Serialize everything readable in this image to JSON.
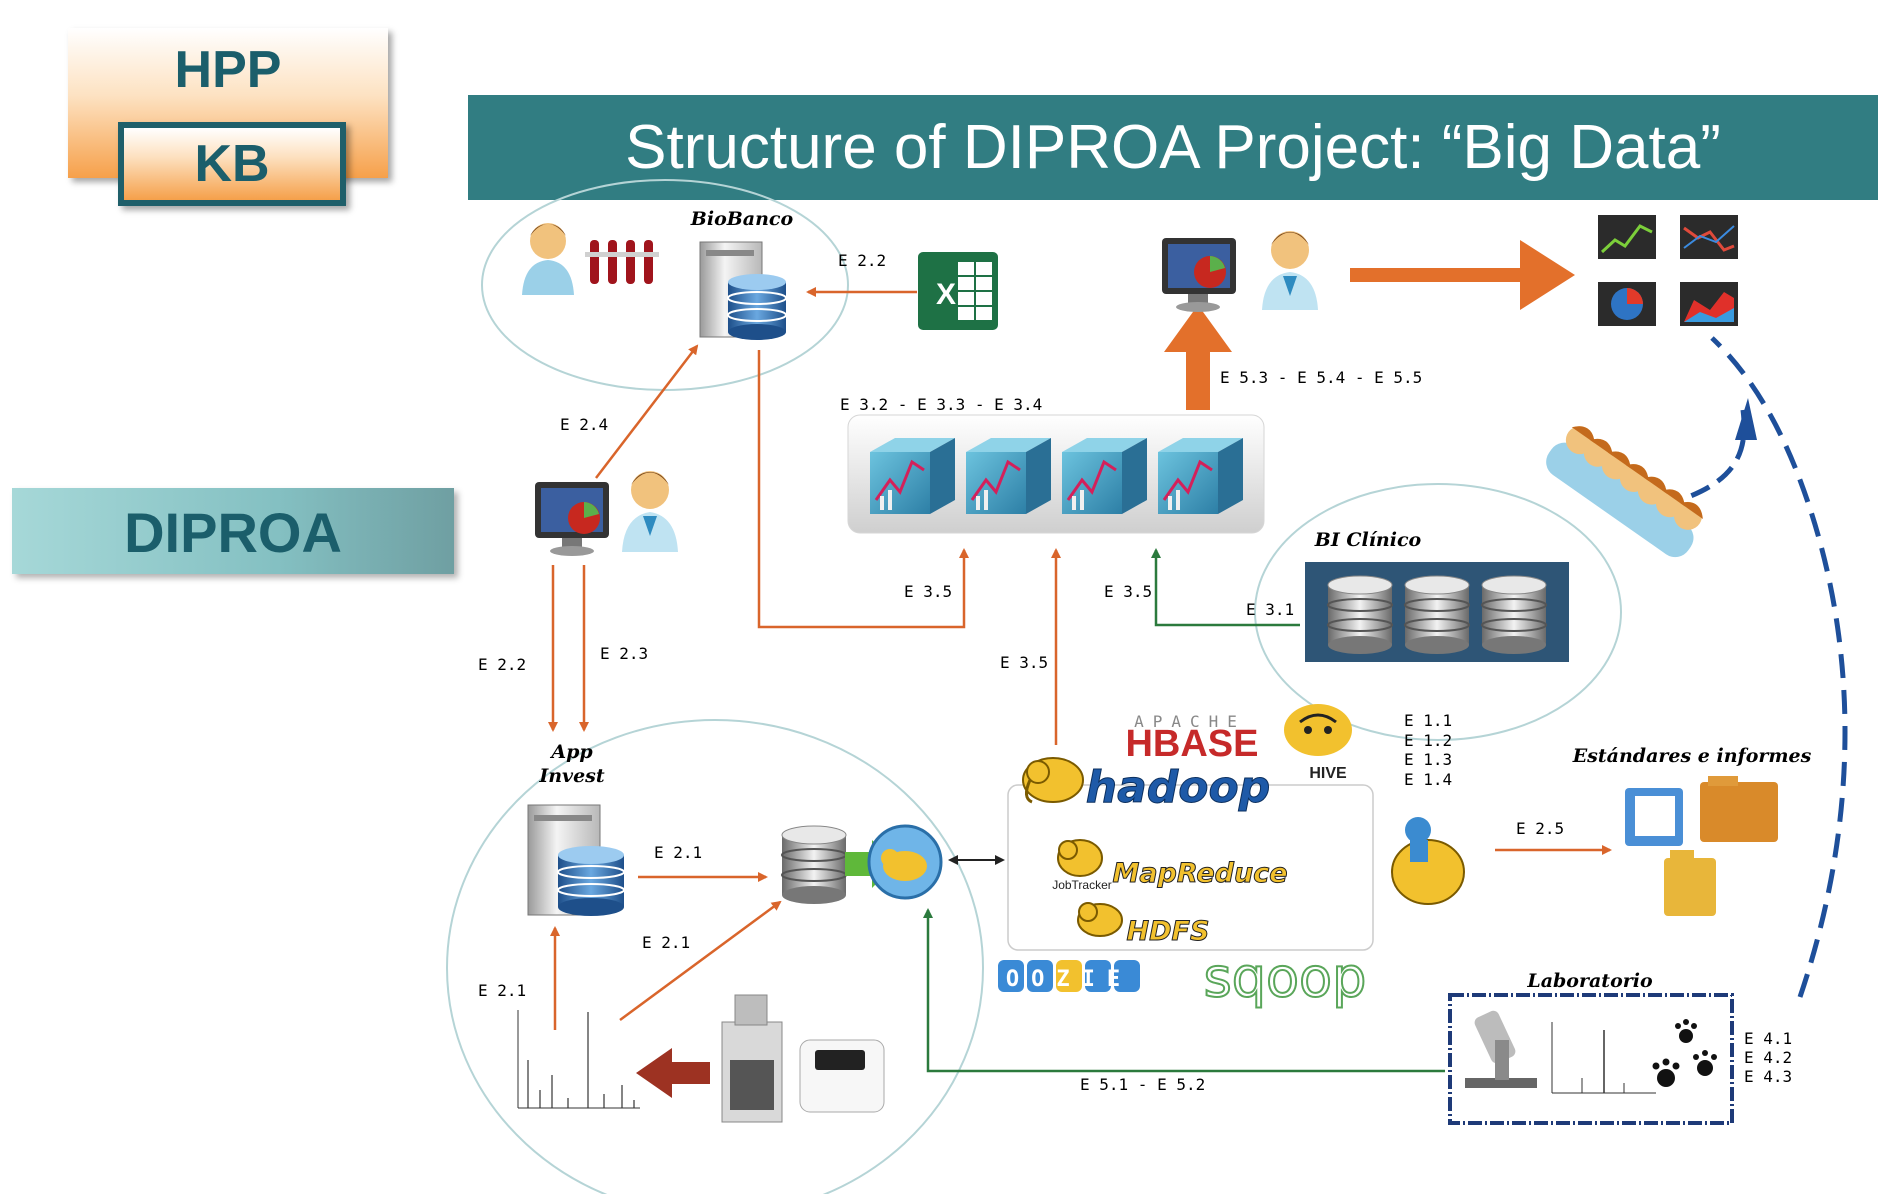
{
  "badge": {
    "top": "HPP",
    "bottom": "KB"
  },
  "title": "Structure of DIPROA Project: “Big Data”",
  "side_label": "DIPROA",
  "nodes": {
    "biobanco": "BioBanco",
    "app_invest": [
      "App",
      "Invest"
    ],
    "bi_clinico": "BI Clínico",
    "estandares": "Estándares e informes",
    "laboratorio": "Laboratorio"
  },
  "edges": {
    "e22_top": "E 2.2",
    "e24": "E 2.4",
    "e32_34": "E 3.2 - E 3.3 - E 3.4",
    "e53_55": "E 5.3 - E 5.4 - E 5.5",
    "e22_left": "E 2.2",
    "e23": "E 2.3",
    "e35_a": "E 3.5",
    "e35_b": "E 3.5",
    "e35_c": "E 3.5",
    "e31": "E 3.1",
    "e11": "E 1.1",
    "e12": "E 1.2",
    "e13": "E 1.3",
    "e14": "E 1.4",
    "e25": "E 2.5",
    "e21_a": "E 2.1",
    "e21_b": "E 2.1",
    "e21_c": "E 2.1",
    "e51_52": "E 5.1 - E 5.2",
    "e41": "E 4.1",
    "e42": "E 4.2",
    "e43": "E 4.3"
  },
  "tech": {
    "hbase_small": "APACHE",
    "hbase": "HBASE",
    "hive": "HIVE",
    "hadoop": "hadoop",
    "jobtracker": "JobTracker",
    "mapreduce": "MapReduce",
    "hdfs": "HDFS",
    "oozie": "OOZIE",
    "sqoop": "sqoop",
    "excel_x": "X"
  },
  "icons": [
    "user-icon",
    "doctor-icon",
    "test-tubes-icon",
    "server-icon",
    "database-icon",
    "excel-icon",
    "monitor-chart-icon",
    "olap-cube-icon",
    "line-chart-icon",
    "pie-chart-icon",
    "area-chart-icon",
    "user-group-icon",
    "hadoop-elephant-icon",
    "hive-bee-icon",
    "folders-icon",
    "microscope-icon",
    "mass-spectrometer-icon",
    "spectrum-plot-icon",
    "paw-prints-icon"
  ],
  "colors": {
    "orange_arrow": "#d9652b",
    "green_arrow": "#2b7a3d",
    "teal": "#317d82",
    "dashed_blue": "#1e4f9a",
    "elephant": "#f2c12e"
  }
}
